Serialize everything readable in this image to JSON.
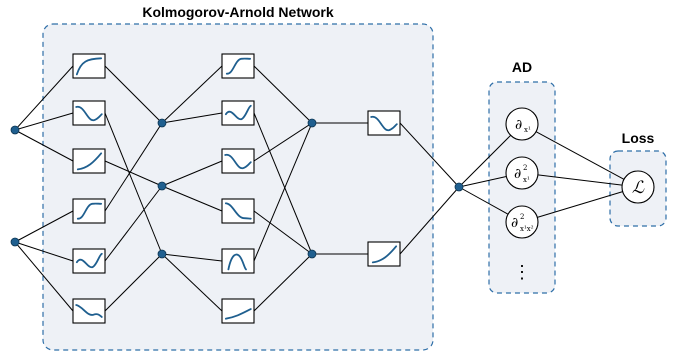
{
  "titles": {
    "kan": "Kolmogorov-Arnold Network",
    "ad": "AD",
    "loss": "Loss"
  },
  "ad_nodes": [
    {
      "base": "∂",
      "sup": "",
      "sub": "x¹"
    },
    {
      "base": "∂",
      "sup": "2",
      "sub": "x¹"
    },
    {
      "base": "∂",
      "sup": "2",
      "sub": "x¹x²"
    }
  ],
  "ad_ellipsis": "⋮",
  "loss_symbol": "ℒ",
  "colors": {
    "panel_fill": "#eef1f6",
    "panel_border": "#2f6fa8",
    "node": "#1f5f8f",
    "curve": "#1f5f8f"
  },
  "activation_icons": [
    "saturating-rise",
    "wave-down",
    "rise",
    "s-rise",
    "wave-up",
    "wave-down-flat",
    "s-rise",
    "wave-up",
    "wave-down",
    "fall",
    "bump",
    "log-rise",
    "wave-down",
    "rise"
  ]
}
